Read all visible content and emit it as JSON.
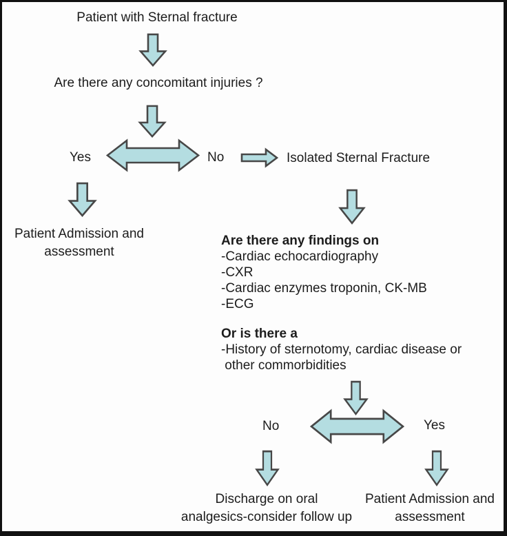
{
  "palette": {
    "background": "#fdfdfd",
    "text": "#1c1c1c",
    "arrow_fill": "#b4dde1",
    "arrow_stroke": "#474747"
  },
  "icons": {
    "arrow_down": "block-arrow-down",
    "arrow_right": "block-arrow-right",
    "arrow_double_horizontal": "block-arrow-left-right"
  },
  "flowchart": {
    "start": "Patient with Sternal fracture",
    "question_concomitant": "Are there any concomitant injuries ?",
    "branch1": {
      "yes": "Yes",
      "no": "No"
    },
    "admission_left": {
      "line1": "Patient Admission and",
      "line2": "assessment"
    },
    "isolated": "Isolated Sternal Fracture",
    "findings": {
      "heading1": "Are there any findings on",
      "items1": [
        "-Cardiac echocardiography",
        "-CXR",
        "-Cardiac enzymes troponin, CK-MB",
        "-ECG"
      ],
      "heading2": "Or is there a",
      "items2": [
        "-History of sternotomy, cardiac disease or",
        " other commorbidities"
      ]
    },
    "branch2": {
      "no": "No",
      "yes": "Yes"
    },
    "discharge": {
      "line1": "Discharge on oral",
      "line2": "analgesics-consider follow up"
    },
    "admission_right": {
      "line1": "Patient Admission and",
      "line2": "assessment"
    }
  }
}
